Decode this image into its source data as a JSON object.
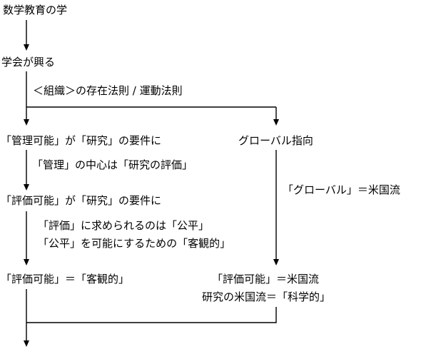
{
  "colors": {
    "background": "#ffffff",
    "line": "#000000",
    "text": "#000000"
  },
  "diagram": {
    "nodes": {
      "top": "数学教育の学",
      "society": "学会が興る",
      "org_law": "＜組織＞の存在法則 / 運動法則",
      "manage_requirement": "「管理可能」が「研究」の要件に",
      "global_orientation": "グローバル指向",
      "manage_center": "「管理」の中心は「研究の評価」",
      "eval_requirement": "「評価可能」が「研究」の要件に",
      "global_us": "「グローバル」＝米国流",
      "eval_fair": "「評価」に求められるのは「公平」",
      "fair_objective": "「公平」を可能にするための「客観的」",
      "eval_objective": "「評価可能」＝「客観的」",
      "eval_us": "「評価可能」＝米国流",
      "research_us": "研究の米国流＝「科学的」"
    }
  }
}
